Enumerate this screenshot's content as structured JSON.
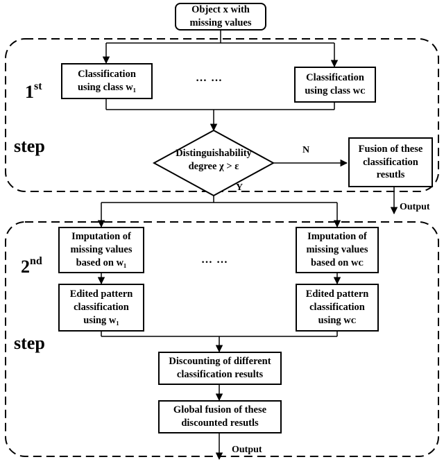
{
  "start": {
    "line1": "Object x with",
    "line2": "missing values"
  },
  "step1": {
    "label_num": "1",
    "label_sup": "st",
    "label_word": "step",
    "class_first": {
      "line1": "Classification",
      "line2": "using class w₁"
    },
    "ellipsis": "… …",
    "class_last": {
      "line1": "Classification",
      "line2": "using class wᴄ"
    },
    "decision": {
      "line1": "Distinguishability",
      "line2": "degree χ > ε"
    },
    "no_label": "N",
    "yes_label": "Y",
    "fusion": {
      "line1": "Fusion of these",
      "line2": "classification",
      "line3": "resutls"
    },
    "output": "Output"
  },
  "step2": {
    "label_num": "2",
    "label_sup": "nd",
    "label_word": "step",
    "impute_first": {
      "line1": "Imputation of",
      "line2": "missing values",
      "line3": "based on w₁"
    },
    "ellipsis": "… …",
    "impute_last": {
      "line1": "Imputation of",
      "line2": "missing values",
      "line3": "based on wᴄ"
    },
    "edited_first": {
      "line1": "Edited pattern",
      "line2": "classification",
      "line3": "using w₁"
    },
    "edited_last": {
      "line1": "Edited pattern",
      "line2": "classification",
      "line3": "using wᴄ"
    },
    "discount": {
      "line1": "Discounting of different",
      "line2": "classification results"
    },
    "global": {
      "line1": "Global fusion of these",
      "line2": "discounted resutls"
    },
    "output": "Output"
  }
}
